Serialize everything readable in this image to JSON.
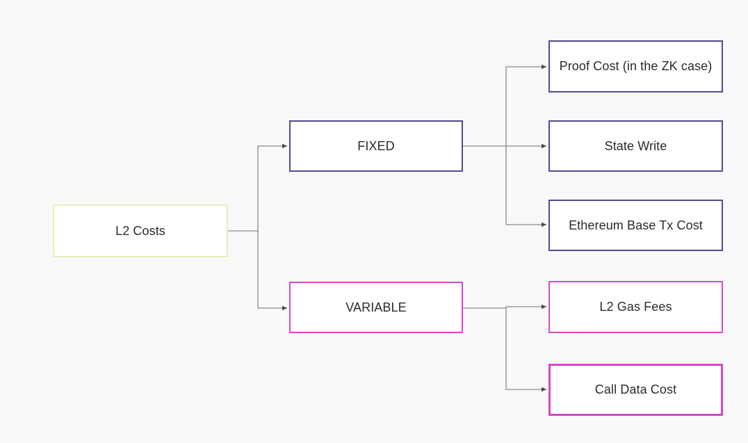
{
  "diagram": {
    "root": {
      "label": "L2 Costs"
    },
    "branches": [
      {
        "label": "FIXED",
        "color": "#4f4a8d",
        "children": [
          {
            "label": "Proof Cost (in the ZK case)"
          },
          {
            "label": "State Write"
          },
          {
            "label": "Ethereum Base Tx Cost"
          }
        ]
      },
      {
        "label": "VARIABLE",
        "color": "#d548c9",
        "children": [
          {
            "label": "L2 Gas Fees"
          },
          {
            "label": "Call Data Cost"
          }
        ]
      }
    ],
    "connector_color": "#8a8a8a"
  }
}
